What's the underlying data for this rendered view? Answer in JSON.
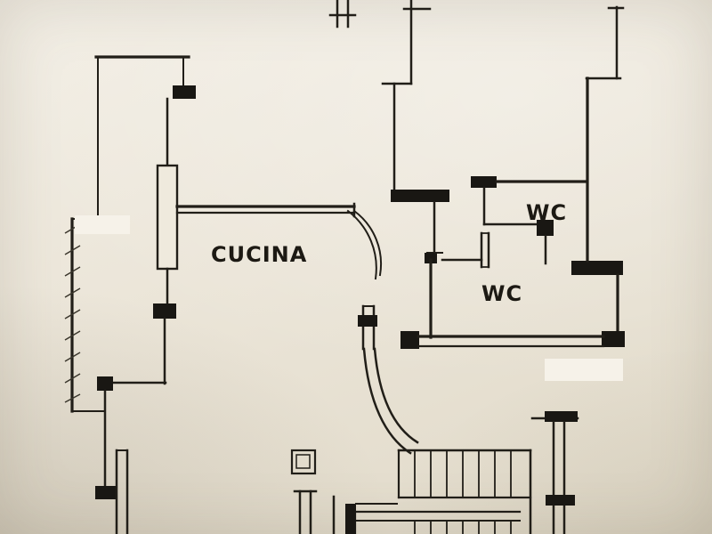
{
  "palette": {
    "ink": "#211e18",
    "paper": "#ebe5d8",
    "whiteout": "#f6f2e9"
  },
  "labels": {
    "cucina": "CUCINA",
    "wc_upper": "WC",
    "wc_lower": "WC"
  }
}
